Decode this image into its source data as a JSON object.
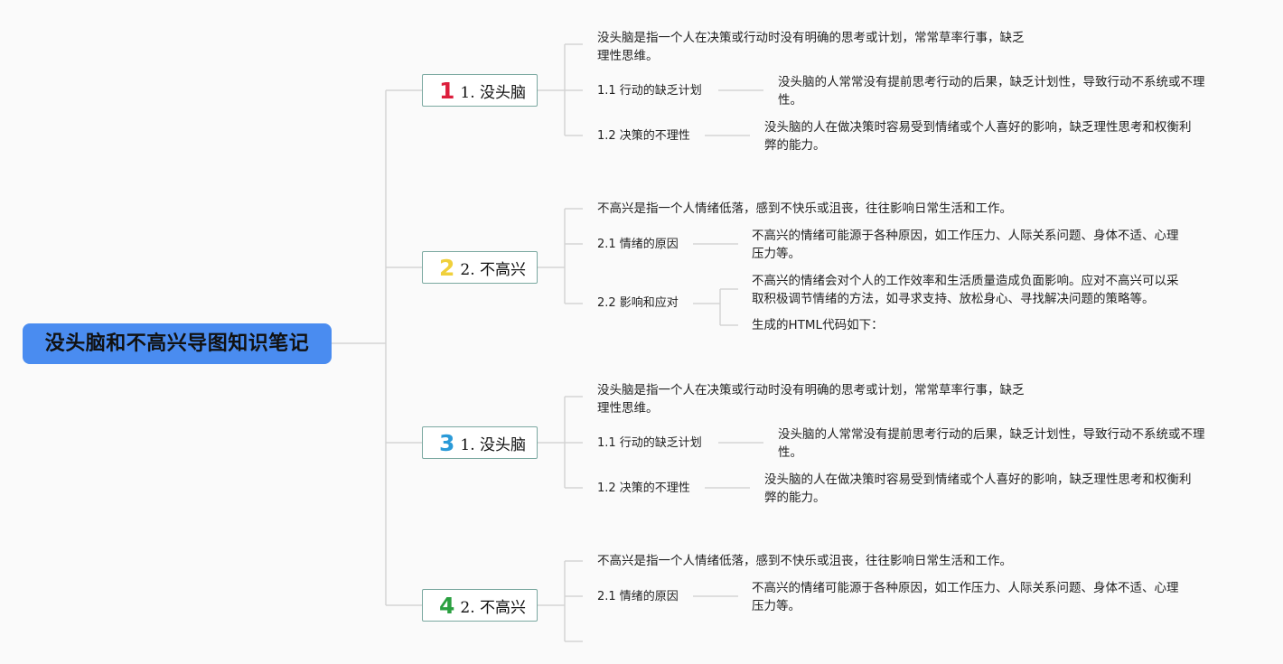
{
  "root": {
    "title": "没头脑和不高兴导图知识笔记"
  },
  "branches": [
    {
      "number": "1",
      "number_color": "#dc1e3c",
      "label": "1. 没头脑",
      "definition": "没头脑是指一个人在决策或行动时没有明确的思考或计划，常常草率行事，缺乏\n理性思维。",
      "items": [
        {
          "label": "1.1 行动的缺乏计划",
          "details": [
            "没头脑的人常常没有提前思考行动的后果，缺乏计划性，导致行动不系统或不理\n性。"
          ]
        },
        {
          "label": "1.2 决策的不理性",
          "details": [
            "没头脑的人在做决策时容易受到情绪或个人喜好的影响，缺乏理性思考和权衡利\n弊的能力。"
          ]
        }
      ]
    },
    {
      "number": "2",
      "number_color": "#f0d03c",
      "label": "2. 不高兴",
      "definition": "不高兴是指一个人情绪低落，感到不快乐或沮丧，往往影响日常生活和工作。",
      "items": [
        {
          "label": "2.1 情绪的原因",
          "details": [
            "不高兴的情绪可能源于各种原因，如工作压力、人际关系问题、身体不适、心理\n压力等。"
          ]
        },
        {
          "label": "2.2 影响和应对",
          "details": [
            "不高兴的情绪会对个人的工作效率和生活质量造成负面影响。应对不高兴可以采\n取积极调节情绪的方法，如寻求支持、放松身心、寻找解决问题的策略等。",
            "生成的HTML代码如下："
          ]
        }
      ]
    },
    {
      "number": "3",
      "number_color": "#2a9ad8",
      "label": "1. 没头脑",
      "definition": "没头脑是指一个人在决策或行动时没有明确的思考或计划，常常草率行事，缺乏\n理性思维。",
      "items": [
        {
          "label": "1.1 行动的缺乏计划",
          "details": [
            "没头脑的人常常没有提前思考行动的后果，缺乏计划性，导致行动不系统或不理\n性。"
          ]
        },
        {
          "label": "1.2 决策的不理性",
          "details": [
            "没头脑的人在做决策时容易受到情绪或个人喜好的影响，缺乏理性思考和权衡利\n弊的能力。"
          ]
        }
      ]
    },
    {
      "number": "4",
      "number_color": "#2aa040",
      "label": "2. 不高兴",
      "definition": "不高兴是指一个人情绪低落，感到不快乐或沮丧，往往影响日常生活和工作。",
      "items": [
        {
          "label": "2.1 情绪的原因",
          "details": [
            "不高兴的情绪可能源于各种原因，如工作压力、人际关系问题、身体不适、心理\n压力等。"
          ]
        }
      ]
    }
  ]
}
